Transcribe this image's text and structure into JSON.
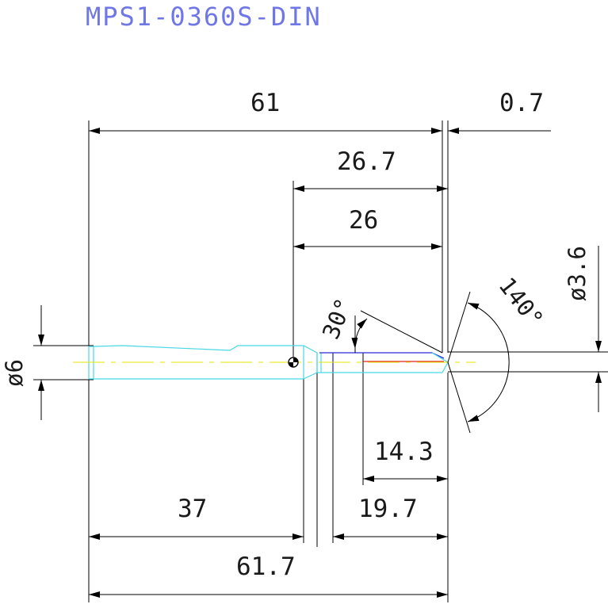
{
  "drawing": {
    "part_number": "MPS1-0360S-DIN",
    "dimensions": {
      "overall_61": "61",
      "tip_0_7": "0.7",
      "length_26_7": "26.7",
      "length_26": "26",
      "diameter_3_6": "ø3.6",
      "point_angle": "140°",
      "helix_angle": "30°",
      "shank_diameter": "ø6",
      "length_14_3": "14.3",
      "length_37": "37",
      "length_19_7": "19.7",
      "overall_61_7": "61.7"
    },
    "colors": {
      "title": "#6f77e6",
      "outline": "#4ad7e6",
      "flute": "#2b2bd6",
      "centerline": "#e6e600",
      "cutting_edge": "#e02020",
      "dimension": "#000000"
    }
  }
}
